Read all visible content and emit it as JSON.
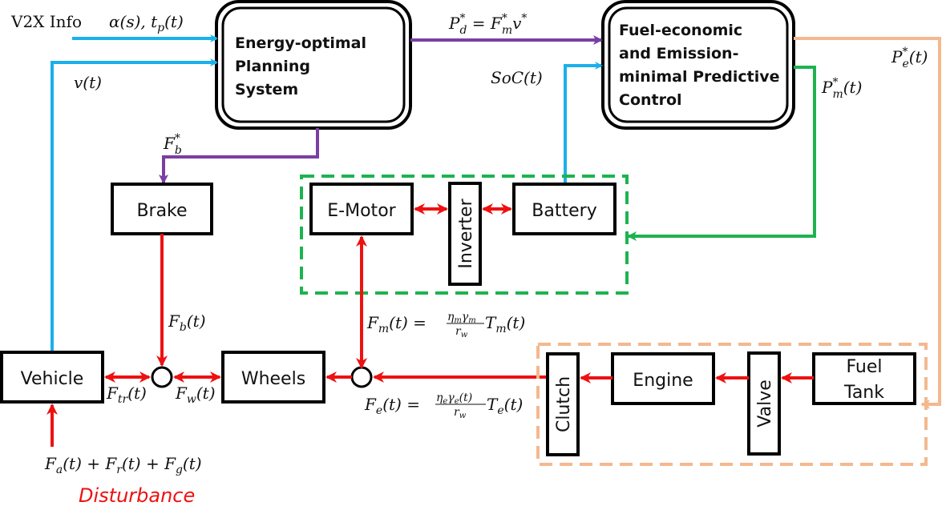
{
  "colors": {
    "info_signal": "#1ab0ea",
    "planning_signal": "#7a3fa3",
    "motor_signal": "#1db34f",
    "engine_signal": "#f4b88f",
    "force_flow": "#ee1111",
    "block_border": "#000000",
    "disturbance_text": "#ee1111"
  },
  "controllers": {
    "planning": {
      "lines": [
        "Energy-optimal",
        "Planning",
        "System"
      ]
    },
    "predictive": {
      "lines": [
        "Fuel-economic",
        "and Emission-",
        "minimal Predictive",
        "Control"
      ]
    }
  },
  "blocks": {
    "brake": "Brake",
    "emotor": "E-Motor",
    "inverter": "Inverter",
    "battery": "Battery",
    "vehicle": "Vehicle",
    "wheels": "Wheels",
    "clutch": "Clutch",
    "engine": "Engine",
    "valve": "Valve",
    "fuel_tank": [
      "Fuel",
      "Tank"
    ]
  },
  "signals": {
    "v2x_label": "V2X Info",
    "v2x_vars": "α(s), tₚ(t)",
    "velocity": "v(t)",
    "power_demand": "P*_d = F*_m v*",
    "brake_force_cmd": "F*_b",
    "soc": "SoC(t)",
    "engine_power": "P*_e(t)",
    "motor_power": "P*_m(t)",
    "brake_force": "F_b(t)",
    "motor_force": "F_m(t) = (η_m γ_m / r_w) T_m(t)",
    "engine_force": "F_e(t) = (η_e γ_e(t) / r_w) T_e(t)",
    "traction_force": "F_tr(t)",
    "wheel_force": "F_w(t)",
    "disturbance_forces": "F_a(t) + F_r(t) + F_g(t)"
  },
  "disturbance_label": "Disturbance"
}
